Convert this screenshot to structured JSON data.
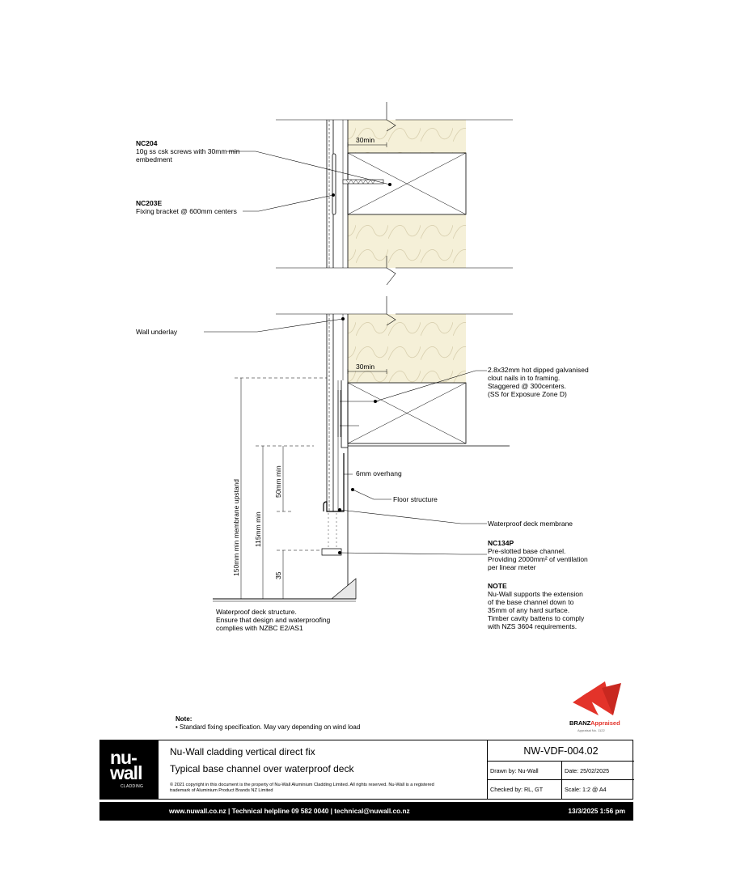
{
  "colors": {
    "insulation": "#f5f0d8",
    "cladding_dark": "#000000",
    "branz_red": "#e3332a"
  },
  "labels": {
    "nc204_code": "NC204",
    "nc204_l1": "10g ss csk screws with 30mm min",
    "nc204_l2": "embedment",
    "nc203e_code": "NC203E",
    "nc203e_l1": "Fixing bracket @ 600mm centers",
    "wall_underlay": "Wall underlay",
    "nails_l1": "2.8x32mm hot dipped galvanised",
    "nails_l2": "clout nails in to framing.",
    "nails_l3": "Staggered @ 300centers.",
    "nails_l4": "(SS for Exposure Zone D)",
    "overhang": "6mm overhang",
    "floor_structure": "Floor structure",
    "deck_membrane": "Waterproof deck membrane",
    "nc134p_code": "NC134P",
    "nc134p_l1": "Pre-slotted base channel.",
    "nc134p_l2": "Providing 2000mm² of ventilation",
    "nc134p_l3": "per linear meter",
    "note_head": "NOTE",
    "note_l1": "Nu-Wall supports the extension",
    "note_l2": "of the base channel down to",
    "note_l3": "35mm of any hard surface.",
    "note_l4": "Timber cavity battens to comply",
    "note_l5": "with NZS 3604 requirements.",
    "deck_structure_l1": "Waterproof deck structure.",
    "deck_structure_l2": "Ensure that design and waterproofing",
    "deck_structure_l3": "complies with NZBC E2/AS1",
    "dim_30_top": "30min",
    "dim_30_bottom": "30min",
    "dim_150": "150mm min membrane upstand",
    "dim_115": "115mm min",
    "dim_50": "50mm min",
    "dim_35": "35"
  },
  "note": {
    "heading": "Note:",
    "text": "• Standard fixing specification. May vary depending on wind load"
  },
  "branz": {
    "brand": "BRANZ",
    "appraised": "Appraised",
    "sub": "Appraisal No. 1122"
  },
  "titleblock": {
    "logo_line1": "nu-",
    "logo_line2": "wall",
    "logo_sub": "CLADDING",
    "title1": "Nu-Wall cladding vertical direct fix",
    "title2": "Typical base channel over waterproof deck",
    "copyright": "© 2021 copyright in this document is the property of Nu-Wall Aluminium Cladding Limited. All rights reserved. Nu-Wall is a registered trademark of Aluminium Product Brands NZ Limited",
    "drawing_number": "NW-VDF-004.02",
    "drawn_by": "Drawn by: Nu-Wall",
    "date": "Date:    25/02/2025",
    "checked_by": "Checked by: RL, GT",
    "scale": "Scale:   1:2 @ A4"
  },
  "footer": {
    "contact": "www.nuwall.co.nz  |  Technical helpline 09 582 0040  |  technical@nuwall.co.nz",
    "timestamp": "13/3/2025 1:56 pm"
  }
}
